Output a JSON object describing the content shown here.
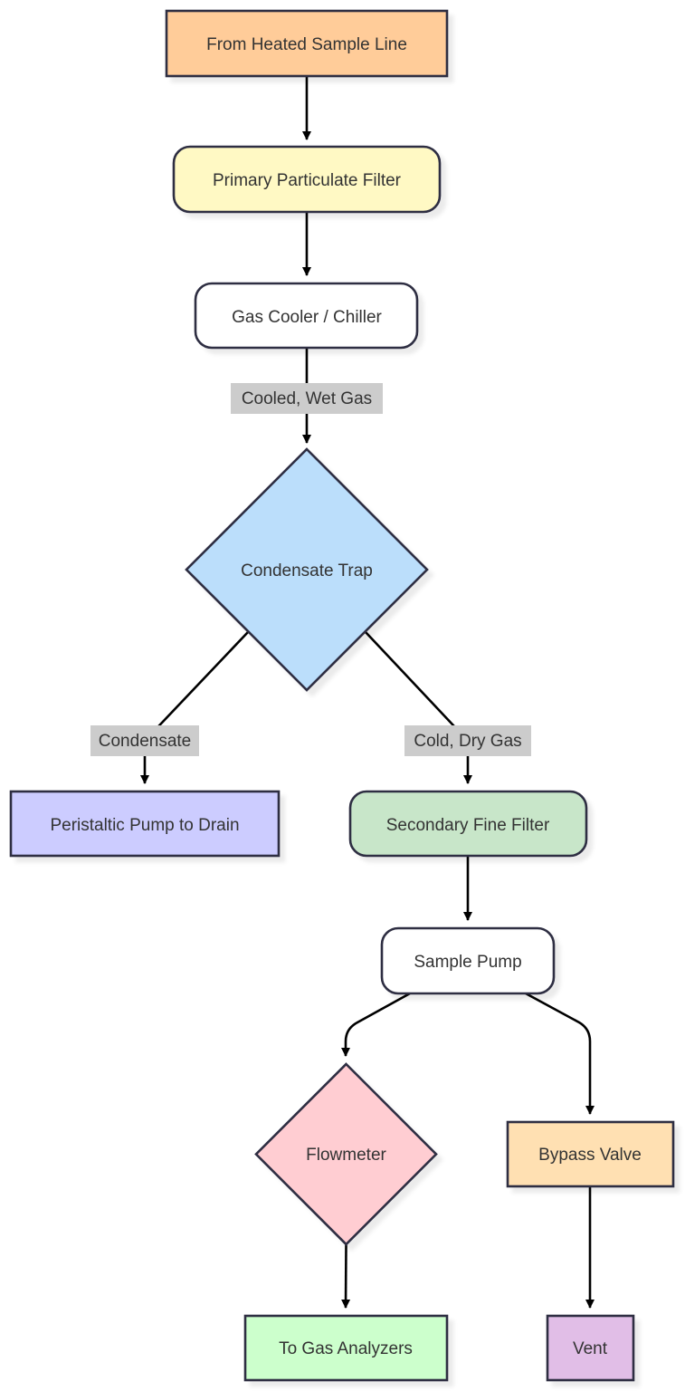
{
  "nodes": {
    "source": {
      "label": "From Heated Sample Line",
      "fill": "#ffcc99"
    },
    "primary_filter": {
      "label": "Primary Particulate Filter",
      "fill": "#fff9c4"
    },
    "cooler": {
      "label": "Gas Cooler / Chiller",
      "fill": "#ffffff"
    },
    "trap": {
      "label": "Condensate Trap",
      "fill": "#bbdefb"
    },
    "drain_pump": {
      "label": "Peristaltic Pump to Drain",
      "fill": "#ccccff"
    },
    "fine_filter": {
      "label": "Secondary Fine Filter",
      "fill": "#c8e6c9"
    },
    "sample_pump": {
      "label": "Sample Pump",
      "fill": "#ffffff"
    },
    "flowmeter": {
      "label": "Flowmeter",
      "fill": "#ffcdd2"
    },
    "bypass": {
      "label": "Bypass Valve",
      "fill": "#ffe0b2"
    },
    "analyzers": {
      "label": "To Gas Analyzers",
      "fill": "#ccffcc"
    },
    "vent": {
      "label": "Vent",
      "fill": "#e1bee7"
    }
  },
  "edge_labels": {
    "cooled_wet_gas": "Cooled, Wet Gas",
    "condensate": "Condensate",
    "cold_dry_gas": "Cold, Dry Gas"
  },
  "colors": {
    "edge_label_bg": "#cccccc",
    "stroke": "#2d2d42",
    "edge": "#000000"
  }
}
